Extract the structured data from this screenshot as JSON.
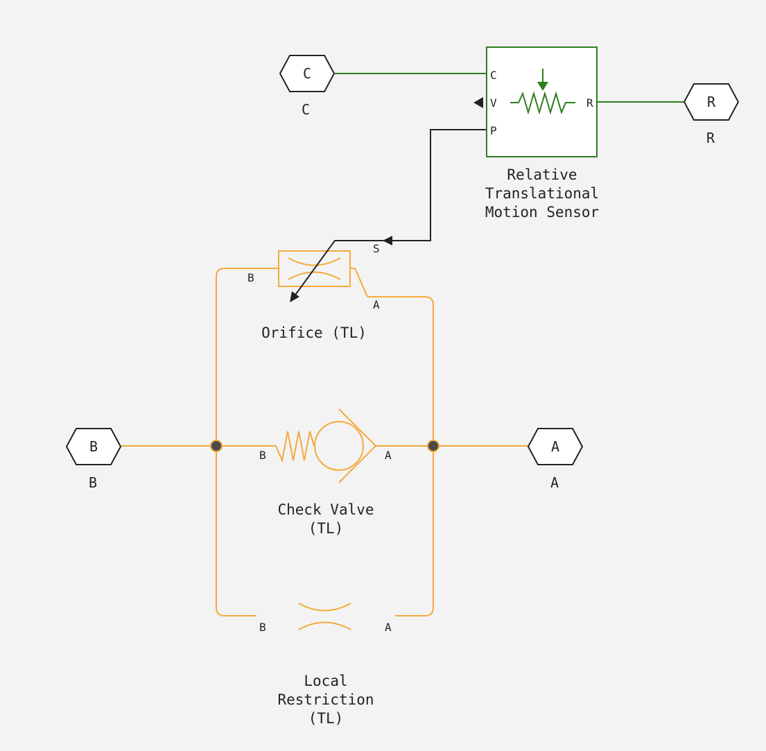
{
  "colors": {
    "background": "#f3f3f3",
    "hydraulic": "#f5a93a",
    "mechanical": "#2e7d1e",
    "signal": "#222222",
    "junction": "#4a4a4a"
  },
  "ports": {
    "C": {
      "symbol": "C",
      "caption": "C"
    },
    "R": {
      "symbol": "R",
      "caption": "R"
    },
    "B": {
      "symbol": "B",
      "caption": "B"
    },
    "A": {
      "symbol": "A",
      "caption": "A"
    }
  },
  "sensor": {
    "name_line1": "Relative",
    "name_line2": "Translational",
    "name_line3": "Motion Sensor",
    "port_c": "C",
    "port_v": "V",
    "port_p": "P",
    "port_r": "R"
  },
  "orifice": {
    "name": "Orifice (TL)",
    "port_b": "B",
    "port_a": "A",
    "port_s": "S"
  },
  "check_valve": {
    "name_line1": "Check Valve",
    "name_line2": "(TL)",
    "port_b": "B",
    "port_a": "A"
  },
  "local_restriction": {
    "name_line1": "Local",
    "name_line2": "Restriction",
    "name_line3": "(TL)",
    "port_b": "B",
    "port_a": "A"
  }
}
